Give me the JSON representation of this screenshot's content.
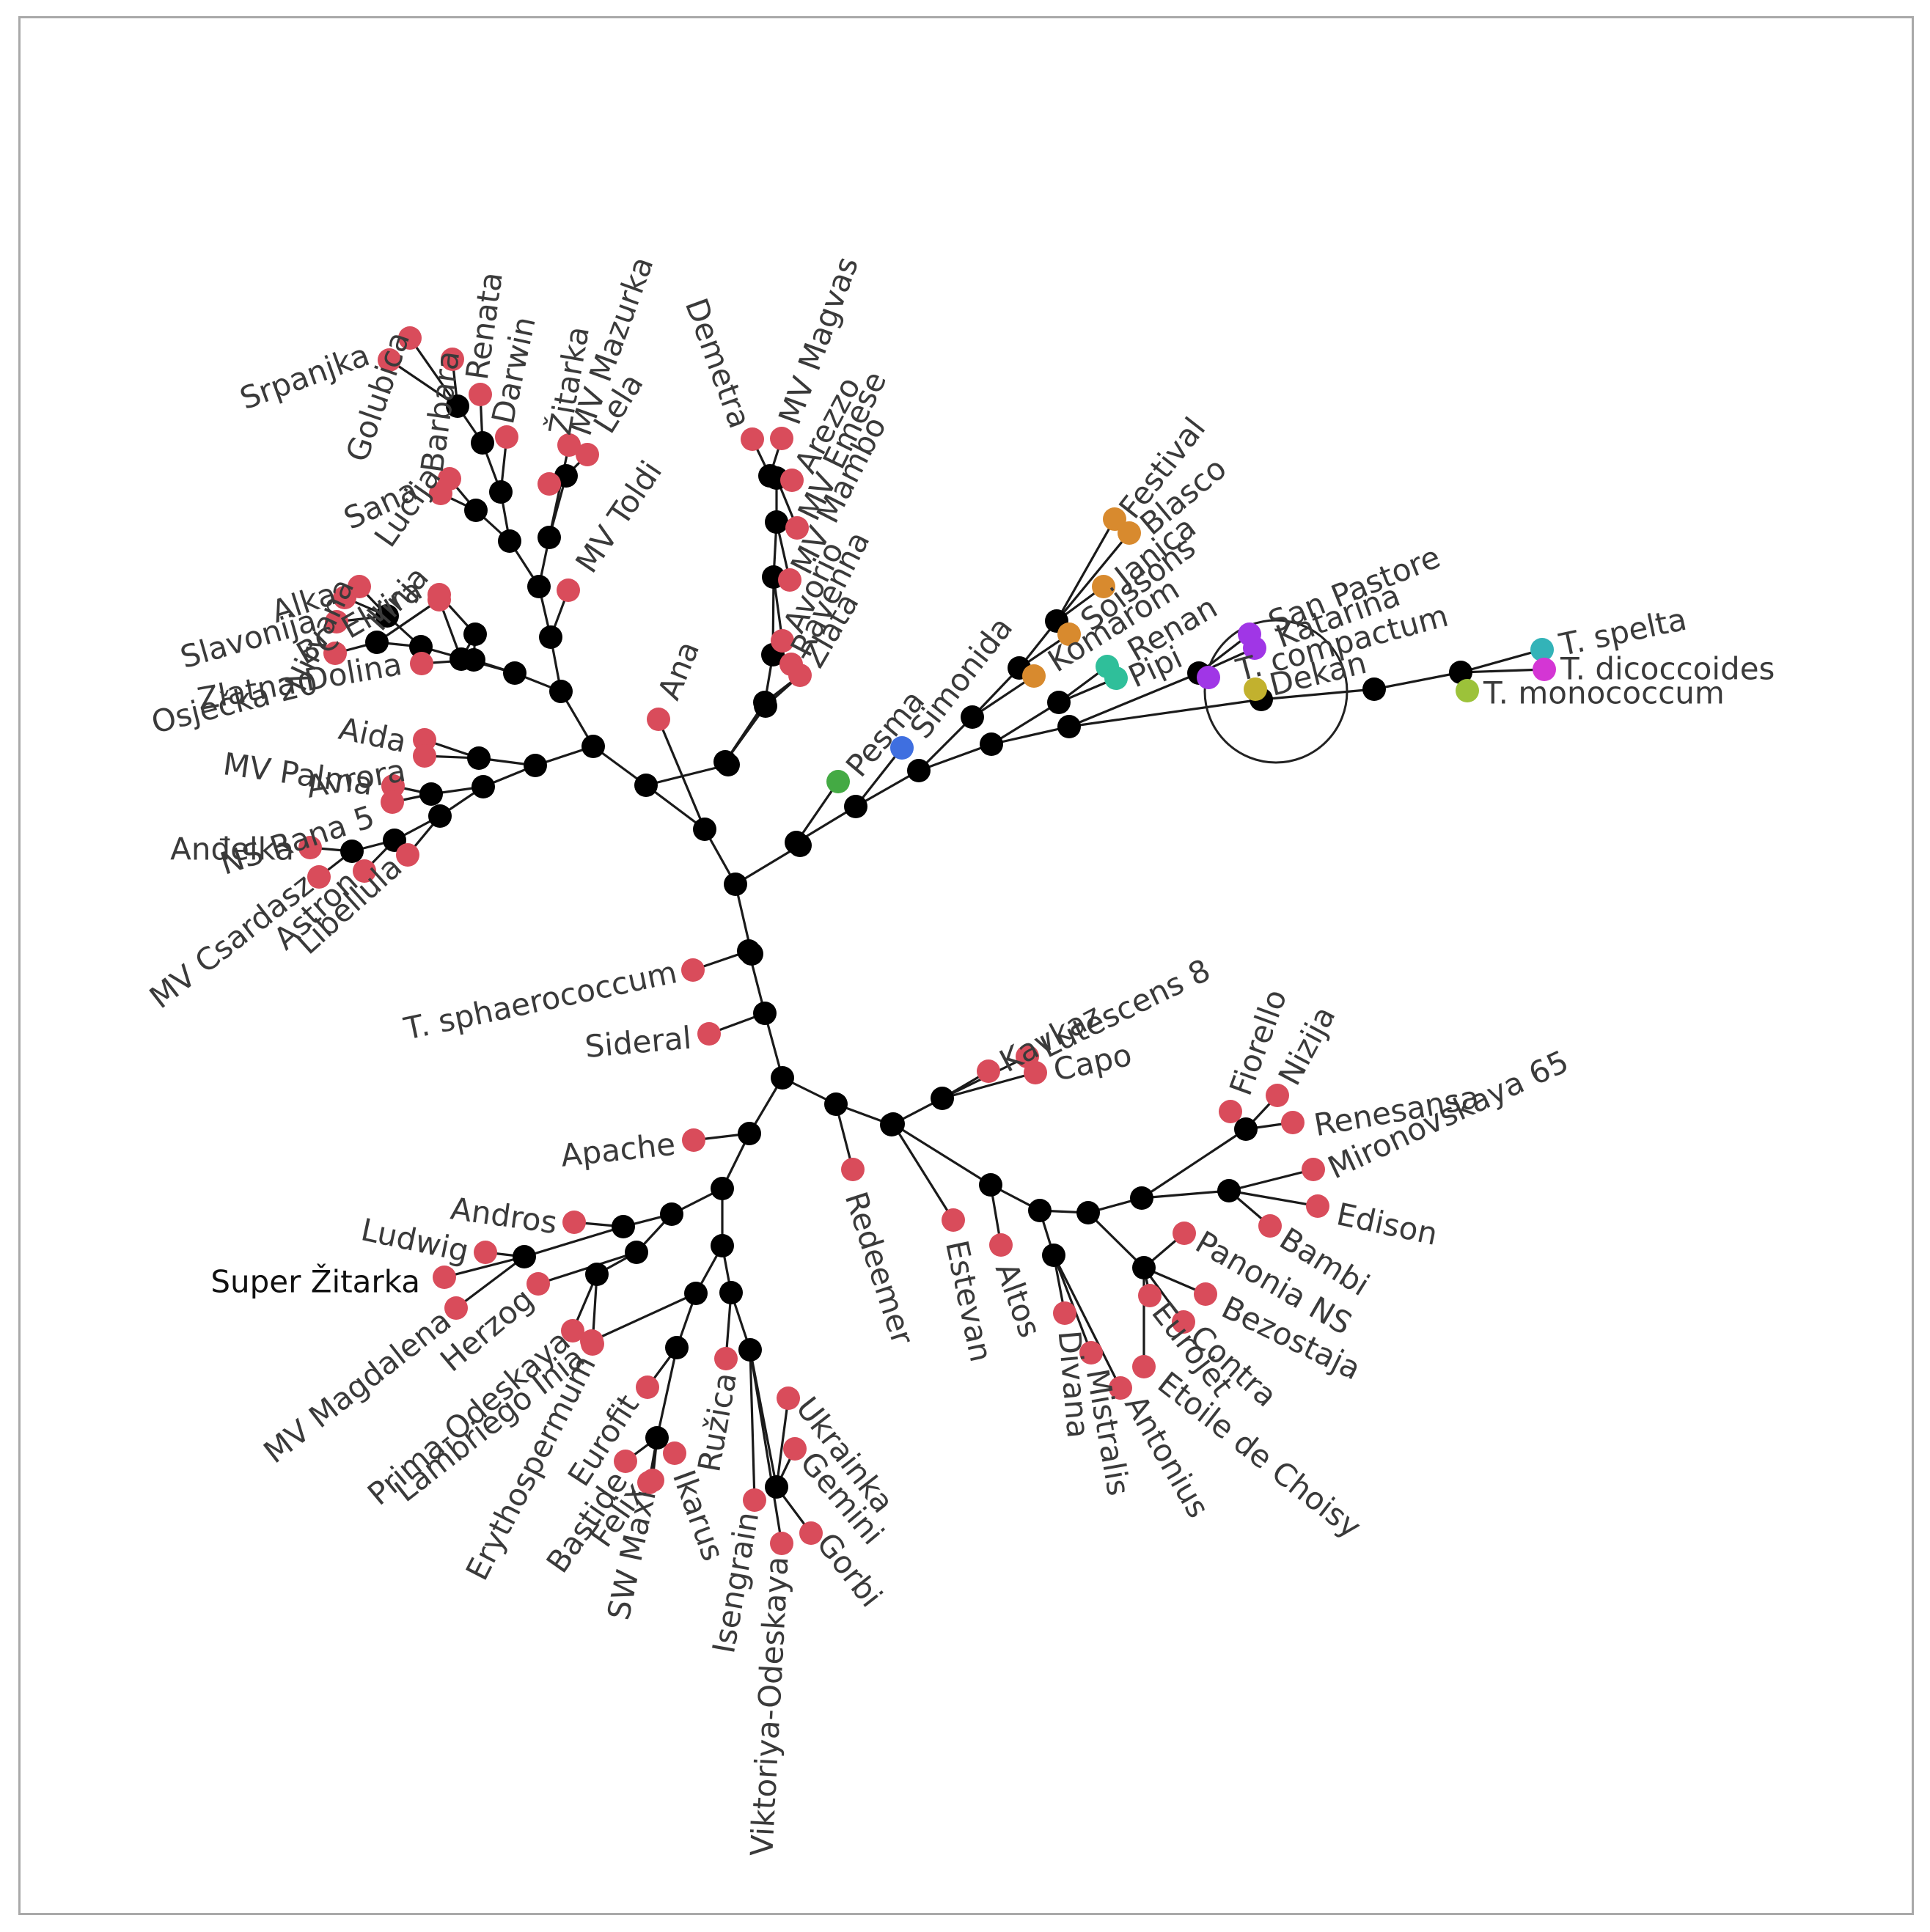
{
  "colors": {
    "internal_node": "#000000",
    "leaf_default": "#d94c5b",
    "green": "#44aa44",
    "blue": "#3f6fe0",
    "orange": "#d88a2e",
    "teal": "#2fbf9a",
    "purple": "#a036e6",
    "olive": "#c2b12e",
    "cyan": "#33b3b8",
    "magenta": "#d436d4",
    "lime": "#9cc23a"
  },
  "tree": {
    "internal_nodes": [
      "n1",
      "n2",
      "n3",
      "n4",
      "n5",
      "n6",
      "n7",
      "n8",
      "n9",
      "n10",
      "n11",
      "n12",
      "n13",
      "n14",
      "n15",
      "n16",
      "n17",
      "n18",
      "n19",
      "n20",
      "n21",
      "n22",
      "n23",
      "n24",
      "n25",
      "n26",
      "n27",
      "n28",
      "n29",
      "n30",
      "n31",
      "n32",
      "n33",
      "n34",
      "n35",
      "n36",
      "n37",
      "n38",
      "n39",
      "n40",
      "n41",
      "n42",
      "n43",
      "n44",
      "n45",
      "n46",
      "n47",
      "n48",
      "n49",
      "n50",
      "n51",
      "n52",
      "n53",
      "n54",
      "n55",
      "n56",
      "n57",
      "n58",
      "n59",
      "n60",
      "n61",
      "n62",
      "n63",
      "n64",
      "n65",
      "n66",
      "n67",
      "n68",
      "n69",
      "n70",
      "n71",
      "n72",
      "n73",
      "n74",
      "n75",
      "n76",
      "n77",
      "n78",
      "n79",
      "n80",
      "n81",
      "n82",
      "n83",
      "n84",
      "n85",
      "n86",
      "n87",
      "n88",
      "n89",
      "n90",
      "n91",
      "n92",
      "n93",
      "n94",
      "n95",
      "n96",
      "n97",
      "n98",
      "n99",
      "n100",
      "n101",
      "n102",
      "n103",
      "n104"
    ],
    "leaves": [
      {
        "id": "golubica",
        "label": "Golubica",
        "color": "leaf_default"
      },
      {
        "id": "barbara",
        "label": "Barbara",
        "color": "leaf_default"
      },
      {
        "id": "srpanjka",
        "label": "Srpanjka",
        "color": "leaf_default"
      },
      {
        "id": "renata",
        "label": "Renata",
        "color": "leaf_default"
      },
      {
        "id": "darwin",
        "label": "Darwin",
        "color": "leaf_default"
      },
      {
        "id": "zitarka",
        "label": "Žitarka",
        "color": "leaf_default"
      },
      {
        "id": "mvmazurka",
        "label": "MV Mazurka",
        "color": "leaf_default"
      },
      {
        "id": "lela",
        "label": "Lela",
        "color": "leaf_default"
      },
      {
        "id": "lucija",
        "label": "Lucija",
        "color": "leaf_default"
      },
      {
        "id": "sana",
        "label": "Sana",
        "color": "leaf_default"
      },
      {
        "id": "mvtoldi",
        "label": "MV Toldi",
        "color": "leaf_default"
      },
      {
        "id": "nirvana",
        "label": "Nirvana",
        "color": "leaf_default"
      },
      {
        "id": "bc",
        "label": "BC Elvira",
        "color": "leaf_default"
      },
      {
        "id": "ilinja",
        "label": "Ilinja",
        "color": "leaf_default"
      },
      {
        "id": "alka",
        "label": "Alka",
        "color": "leaf_default"
      },
      {
        "id": "slavonija",
        "label": "Slavonija",
        "color": "leaf_default"
      },
      {
        "id": "osjecka",
        "label": "Osječka 20",
        "color": "leaf_default"
      },
      {
        "id": "zlatna",
        "label": "Zlatna Dolina",
        "color": "leaf_default"
      },
      {
        "id": "aida",
        "label": "Aida",
        "color": "leaf_default"
      },
      {
        "id": "avrora",
        "label": "Avrora",
        "color": "leaf_default"
      },
      {
        "id": "mvpalma",
        "label": "MV Palma",
        "color": "leaf_default"
      },
      {
        "id": "nsrana",
        "label": "NS Rana 5",
        "color": "leaf_default"
      },
      {
        "id": "andelka",
        "label": "Anđelka",
        "color": "leaf_default"
      },
      {
        "id": "mvcsardasz",
        "label": "MV Csardasz",
        "color": "leaf_default"
      },
      {
        "id": "astron",
        "label": "Astron",
        "color": "leaf_default"
      },
      {
        "id": "libellula",
        "label": "Libellula",
        "color": "leaf_default"
      },
      {
        "id": "demetra",
        "label": "Demetra",
        "color": "leaf_default"
      },
      {
        "id": "mvmagvas",
        "label": "MV Magvas",
        "color": "leaf_default"
      },
      {
        "id": "arezzo",
        "label": "Arezzo",
        "color": "leaf_default"
      },
      {
        "id": "mvemese",
        "label": "MV Emese",
        "color": "leaf_default"
      },
      {
        "id": "mvmambo",
        "label": "MV Mambo",
        "color": "leaf_default"
      },
      {
        "id": "avorio",
        "label": "Avorio",
        "color": "leaf_default"
      },
      {
        "id": "ravenna",
        "label": "Ravenna",
        "color": "leaf_default"
      },
      {
        "id": "zlata",
        "label": "Zlata",
        "color": "leaf_default"
      },
      {
        "id": "ana",
        "label": "Ana",
        "color": "leaf_default"
      },
      {
        "id": "pesma",
        "label": "Pesma",
        "color": "green"
      },
      {
        "id": "simonida",
        "label": "Simonida",
        "color": "blue"
      },
      {
        "id": "festival",
        "label": "Festival",
        "color": "orange"
      },
      {
        "id": "blasco",
        "label": "Blasco",
        "color": "orange"
      },
      {
        "id": "janica",
        "label": "Janica",
        "color": "orange"
      },
      {
        "id": "soissons",
        "label": "Soissons",
        "color": "orange"
      },
      {
        "id": "komarom",
        "label": "Komarom",
        "color": "orange"
      },
      {
        "id": "renan",
        "label": "Renan",
        "color": "teal"
      },
      {
        "id": "pipi",
        "label": "Pipi",
        "color": "teal"
      },
      {
        "id": "sanpastore",
        "label": "San Pastore",
        "color": "purple"
      },
      {
        "id": "katarina",
        "label": "Katarina",
        "color": "purple"
      },
      {
        "id": "tcompactum",
        "label": "T. compactum",
        "color": "purple"
      },
      {
        "id": "dekan",
        "label": "Dekan",
        "color": "olive"
      },
      {
        "id": "tspelta",
        "label": "T. spelta",
        "color": "cyan"
      },
      {
        "id": "tdicoccoides",
        "label": "T. dicoccoides",
        "color": "magenta"
      },
      {
        "id": "tmonococcum",
        "label": "T. monococcum",
        "color": "lime"
      },
      {
        "id": "tsphaero",
        "label": "T. sphaerococcum",
        "color": "leaf_default"
      },
      {
        "id": "sideral",
        "label": "Sideral",
        "color": "leaf_default"
      },
      {
        "id": "kavkaz",
        "label": "Kavkaz",
        "color": "leaf_default"
      },
      {
        "id": "lutescens",
        "label": "Lutescens 8",
        "color": "leaf_default"
      },
      {
        "id": "capo",
        "label": "Capo",
        "color": "leaf_default"
      },
      {
        "id": "fiorello",
        "label": "Fiorello",
        "color": "leaf_default"
      },
      {
        "id": "nizija",
        "label": "Nizija",
        "color": "leaf_default"
      },
      {
        "id": "renesansa",
        "label": "Renesansa",
        "color": "leaf_default"
      },
      {
        "id": "mironovskaya",
        "label": "Mironovskaya 65",
        "color": "leaf_default"
      },
      {
        "id": "edison",
        "label": "Edison",
        "color": "leaf_default"
      },
      {
        "id": "bambi",
        "label": "Bambi",
        "color": "leaf_default"
      },
      {
        "id": "panonians",
        "label": "Panonia NS",
        "color": "leaf_default"
      },
      {
        "id": "bezostaja",
        "label": "Bezostaja",
        "color": "leaf_default"
      },
      {
        "id": "contra",
        "label": "Contra",
        "color": "leaf_default"
      },
      {
        "id": "eurojet",
        "label": "Eurojet",
        "color": "leaf_default"
      },
      {
        "id": "etoile",
        "label": "Etoile de Choisy",
        "color": "leaf_default"
      },
      {
        "id": "antonius",
        "label": "Antonius",
        "color": "leaf_default"
      },
      {
        "id": "mistralis",
        "label": "Mistralis",
        "color": "leaf_default"
      },
      {
        "id": "divana",
        "label": "Divana",
        "color": "leaf_default"
      },
      {
        "id": "altos",
        "label": "Altos",
        "color": "leaf_default"
      },
      {
        "id": "estevan",
        "label": "Estevan",
        "color": "leaf_default"
      },
      {
        "id": "redeemer",
        "label": "Redeemer",
        "color": "leaf_default"
      },
      {
        "id": "apache",
        "label": "Apache",
        "color": "leaf_default"
      },
      {
        "id": "andros",
        "label": "Andros",
        "color": "leaf_default"
      },
      {
        "id": "ludwig",
        "label": "Ludwig",
        "color": "leaf_default"
      },
      {
        "id": "superzitarka",
        "label": "Super Žitarka",
        "color": "leaf_default"
      },
      {
        "id": "mvmagdalena",
        "label": "MV Magdalena",
        "color": "leaf_default"
      },
      {
        "id": "herzog",
        "label": "Herzog",
        "color": "leaf_default"
      },
      {
        "id": "primaodeskaya",
        "label": "Prima-Odeskaya",
        "color": "leaf_default"
      },
      {
        "id": "lambriego",
        "label": "Lambriego Inia",
        "color": "leaf_default"
      },
      {
        "id": "erythospermum",
        "label": "Erythospermum",
        "color": "leaf_default"
      },
      {
        "id": "eurofit",
        "label": "Eurofit",
        "color": "leaf_default"
      },
      {
        "id": "bastide",
        "label": "Bastide",
        "color": "leaf_default"
      },
      {
        "id": "felix",
        "label": "Felix",
        "color": "leaf_default"
      },
      {
        "id": "swmaxi",
        "label": "SW Maxi",
        "color": "leaf_default"
      },
      {
        "id": "ikarus",
        "label": "Ikarus",
        "color": "leaf_default"
      },
      {
        "id": "ruzica",
        "label": "Ružica",
        "color": "leaf_default"
      },
      {
        "id": "isengrain",
        "label": "Isengrain",
        "color": "leaf_default"
      },
      {
        "id": "viktoriya",
        "label": "Viktoriya-Odeskaya",
        "color": "leaf_default"
      },
      {
        "id": "ukrainka",
        "label": "Ukrainka",
        "color": "leaf_default"
      },
      {
        "id": "gemini",
        "label": "Gemini",
        "color": "leaf_default"
      },
      {
        "id": "gorbi",
        "label": "Gorbi",
        "color": "leaf_default"
      }
    ],
    "edges": [
      [
        "n1",
        "n2"
      ],
      [
        "n1",
        "n3"
      ],
      [
        "n1",
        "n4"
      ],
      [
        "n2",
        "n5"
      ],
      [
        "n2",
        "ana"
      ],
      [
        "n5",
        "n6"
      ],
      [
        "n5",
        "n7"
      ],
      [
        "n6",
        "n8"
      ],
      [
        "n6",
        "n9"
      ],
      [
        "n8",
        "n10"
      ],
      [
        "n8",
        "n11"
      ],
      [
        "n10",
        "n12"
      ],
      [
        "n10",
        "mvtoldi"
      ],
      [
        "n12",
        "n13"
      ],
      [
        "n12",
        "n14"
      ],
      [
        "n13",
        "n15"
      ],
      [
        "n13",
        "n16"
      ],
      [
        "n15",
        "n17"
      ],
      [
        "n15",
        "darwin"
      ],
      [
        "n17",
        "n18"
      ],
      [
        "n17",
        "renata"
      ],
      [
        "n18",
        "srpanjka"
      ],
      [
        "n18",
        "golubica"
      ],
      [
        "n18",
        "barbara"
      ],
      [
        "n16",
        "lucija"
      ],
      [
        "n16",
        "sana"
      ],
      [
        "n14",
        "n19"
      ],
      [
        "n14",
        "zitarka"
      ],
      [
        "n19",
        "mvmazurka"
      ],
      [
        "n19",
        "lela"
      ],
      [
        "n11",
        "n20"
      ],
      [
        "n11",
        "n21"
      ],
      [
        "n20",
        "n22"
      ],
      [
        "n20",
        "n23"
      ],
      [
        "n22",
        "nirvana"
      ],
      [
        "n22",
        "slavonija"
      ],
      [
        "n22",
        "alka"
      ],
      [
        "n23",
        "osjecka"
      ],
      [
        "n23",
        "bc"
      ],
      [
        "n21",
        "n24"
      ],
      [
        "n21",
        "zlatna"
      ],
      [
        "n24",
        "ilinja"
      ],
      [
        "n24",
        "n25"
      ],
      [
        "n25",
        "bc"
      ],
      [
        "n9",
        "n26"
      ],
      [
        "n9",
        "n27"
      ],
      [
        "n26",
        "aida"
      ],
      [
        "n26",
        "avrora"
      ],
      [
        "n27",
        "n28"
      ],
      [
        "n27",
        "n29"
      ],
      [
        "n28",
        "mvpalma"
      ],
      [
        "n28",
        "nsrana"
      ],
      [
        "n29",
        "n30"
      ],
      [
        "n29",
        "libellula"
      ],
      [
        "n30",
        "n31"
      ],
      [
        "n30",
        "astron"
      ],
      [
        "n31",
        "andelka"
      ],
      [
        "n31",
        "mvcsardasz"
      ],
      [
        "n7",
        "n32"
      ],
      [
        "n32",
        "n33"
      ],
      [
        "n32",
        "n34"
      ],
      [
        "n33",
        "n35"
      ],
      [
        "n33",
        "zlata"
      ],
      [
        "n35",
        "n36"
      ],
      [
        "n35",
        "ravenna"
      ],
      [
        "n36",
        "n37"
      ],
      [
        "n36",
        "avorio"
      ],
      [
        "n37",
        "n38"
      ],
      [
        "n37",
        "mvmambo"
      ],
      [
        "n38",
        "n39"
      ],
      [
        "n38",
        "mvemese"
      ],
      [
        "n39",
        "demetra"
      ],
      [
        "n39",
        "mvmagvas"
      ],
      [
        "n39",
        "arezzo"
      ],
      [
        "n34",
        "zlata"
      ],
      [
        "n3",
        "n40"
      ],
      [
        "n40",
        "n41"
      ],
      [
        "n40",
        "pesma"
      ],
      [
        "n41",
        "n42"
      ],
      [
        "n41",
        "simonida"
      ],
      [
        "n42",
        "n43"
      ],
      [
        "n42",
        "n44"
      ],
      [
        "n43",
        "n45"
      ],
      [
        "n43",
        "komarom"
      ],
      [
        "n45",
        "n46"
      ],
      [
        "n45",
        "soissons"
      ],
      [
        "n46",
        "festival"
      ],
      [
        "n46",
        "janica"
      ],
      [
        "n46",
        "blasco"
      ],
      [
        "n44",
        "n47"
      ],
      [
        "n44",
        "n48"
      ],
      [
        "n47",
        "renan"
      ],
      [
        "n47",
        "pipi"
      ],
      [
        "n48",
        "n49"
      ],
      [
        "n48",
        "n50"
      ],
      [
        "n49",
        "sanpastore"
      ],
      [
        "n49",
        "tcompactum"
      ],
      [
        "n49",
        "katarina"
      ],
      [
        "n50",
        "dekan"
      ],
      [
        "n50",
        "n51"
      ],
      [
        "n51",
        "n52"
      ],
      [
        "n52",
        "tspelta"
      ],
      [
        "n52",
        "tdicoccoides"
      ],
      [
        "n52",
        "tmonococcum"
      ],
      [
        "n4",
        "n53"
      ],
      [
        "n53",
        "tsphaero"
      ],
      [
        "n53",
        "n54"
      ],
      [
        "n54",
        "sideral"
      ],
      [
        "n54",
        "n55"
      ],
      [
        "n55",
        "n56"
      ],
      [
        "n55",
        "n57"
      ],
      [
        "n56",
        "apache"
      ],
      [
        "n56",
        "n58"
      ],
      [
        "n58",
        "n59"
      ],
      [
        "n58",
        "n60"
      ],
      [
        "n59",
        "n61"
      ],
      [
        "n59",
        "n62"
      ],
      [
        "n61",
        "andros"
      ],
      [
        "n61",
        "n63"
      ],
      [
        "n63",
        "ludwig"
      ],
      [
        "n63",
        "superzitarka"
      ],
      [
        "n63",
        "mvmagdalena"
      ],
      [
        "n62",
        "herzog"
      ],
      [
        "n62",
        "n64"
      ],
      [
        "n64",
        "primaodeskaya"
      ],
      [
        "n64",
        "lambriego"
      ],
      [
        "n60",
        "n65"
      ],
      [
        "n60",
        "n66"
      ],
      [
        "n65",
        "erythospermum"
      ],
      [
        "n65",
        "n67"
      ],
      [
        "n67",
        "eurofit"
      ],
      [
        "n67",
        "n68"
      ],
      [
        "n68",
        "bastide"
      ],
      [
        "n68",
        "felix"
      ],
      [
        "n68",
        "swmaxi"
      ],
      [
        "n68",
        "ikarus"
      ],
      [
        "n66",
        "ruzica"
      ],
      [
        "n66",
        "n69"
      ],
      [
        "n69",
        "isengrain"
      ],
      [
        "n69",
        "viktoriya"
      ],
      [
        "n69",
        "n70"
      ],
      [
        "n70",
        "ukrainka"
      ],
      [
        "n70",
        "gemini"
      ],
      [
        "n70",
        "gorbi"
      ],
      [
        "n57",
        "redeemer"
      ],
      [
        "n57",
        "n71"
      ],
      [
        "n71",
        "n72"
      ],
      [
        "n71",
        "n73"
      ],
      [
        "n72",
        "kavkaz"
      ],
      [
        "n72",
        "lutescens"
      ],
      [
        "n72",
        "capo"
      ],
      [
        "n73",
        "estevan"
      ],
      [
        "n73",
        "n74"
      ],
      [
        "n74",
        "altos"
      ],
      [
        "n74",
        "n75"
      ],
      [
        "n75",
        "n76"
      ],
      [
        "n75",
        "n77"
      ],
      [
        "n76",
        "divana"
      ],
      [
        "n76",
        "mistralis"
      ],
      [
        "n76",
        "antonius"
      ],
      [
        "n77",
        "n78"
      ],
      [
        "n77",
        "n79"
      ],
      [
        "n78",
        "panonians"
      ],
      [
        "n78",
        "eurojet"
      ],
      [
        "n78",
        "etoile"
      ],
      [
        "n78",
        "contra"
      ],
      [
        "n78",
        "bezostaja"
      ],
      [
        "n79",
        "n80"
      ],
      [
        "n79",
        "n81"
      ],
      [
        "n80",
        "fiorello"
      ],
      [
        "n80",
        "nizija"
      ],
      [
        "n80",
        "renesansa"
      ],
      [
        "n81",
        "mironovskaya"
      ],
      [
        "n81",
        "edison"
      ],
      [
        "n81",
        "bambi"
      ]
    ]
  }
}
